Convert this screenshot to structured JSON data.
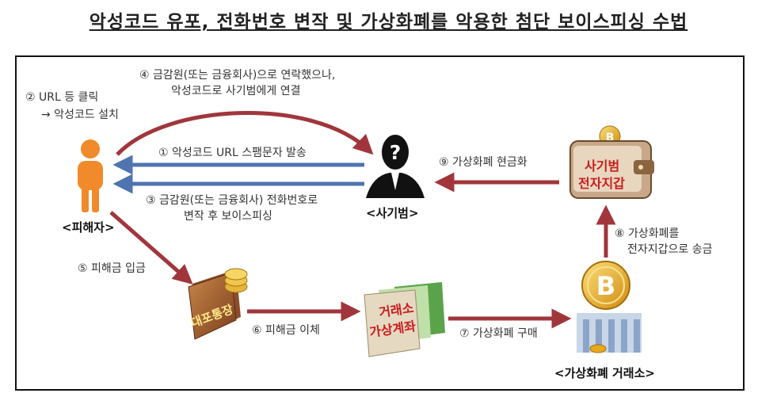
{
  "title": "악성코드 유포, 전화번호 변작 및 가상화폐를 악용한 첨단 보이스피싱 수법",
  "nodes": {
    "victim": "<피해자>",
    "criminal": "<사기범>",
    "exchange": "<가상화폐 거래소>",
    "wallet_line1": "사기범",
    "wallet_line2": "전자지갑",
    "bankbook": "대포통장",
    "account_line1": "거래소",
    "account_line2": "가상계좌"
  },
  "steps": {
    "s1": "① 악성코드 URL 스팸문자 발송",
    "s2_line1": "② URL 등 클릭",
    "s2_line2": "→ 악성코드 설치",
    "s3_line1": "③ 금감원(또는 금융회사) 전화번호로",
    "s3_line2": "변작 후 보이스피싱",
    "s4_line1": "④ 금감원(또는 금융회사)으로 연락했으나,",
    "s4_line2": "악성코드로 사기범에게 연결",
    "s5": "⑤ 피해금 입금",
    "s6": "⑥ 피해금 이체",
    "s7": "⑦ 가상화폐 구매",
    "s8_line1": "⑧ 가상화폐를",
    "s8_line2": "전자지갑으로 송금",
    "s9": "⑨ 가상화폐 현금화"
  },
  "colors": {
    "red_arrow": "#a0363c",
    "blue_arrow": "#4f74b0",
    "person": "#f08a2a",
    "coin": "#e7a81c"
  }
}
